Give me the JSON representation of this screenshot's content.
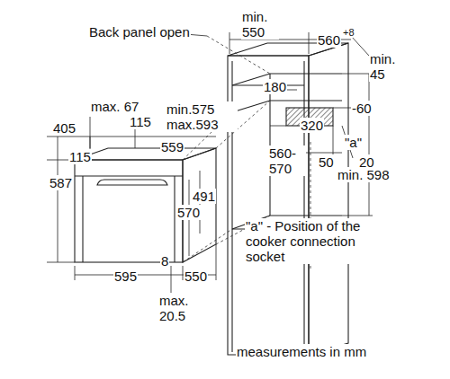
{
  "diagram": {
    "labels": [
      "Back panel open",
      "min. 550",
      "560",
      "+8",
      "min. 45",
      "180",
      "-60",
      "max. 67",
      "min.575 max.593",
      "115",
      "320",
      "\"a\"",
      "405",
      "559",
      "560- 570",
      "50",
      "20",
      "115",
      "min. 598",
      "587",
      "491",
      "570",
      "\"a\" - Position of the cooker connection socket",
      "595",
      "8",
      "550",
      "max. 20.5",
      "measurements in mm"
    ]
  }
}
